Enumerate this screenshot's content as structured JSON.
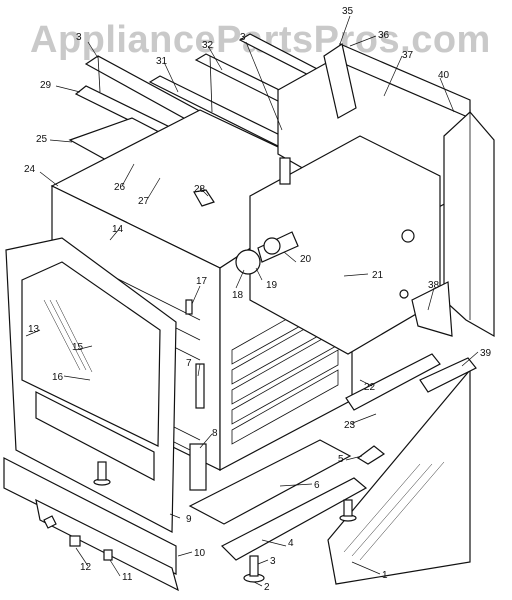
{
  "watermark": "AppliancePartsPros.com",
  "callouts": [
    {
      "id": "1",
      "label": "1"
    },
    {
      "id": "2",
      "label": "2"
    },
    {
      "id": "3a",
      "label": "3"
    },
    {
      "id": "3b",
      "label": "3"
    },
    {
      "id": "3c",
      "label": "3"
    },
    {
      "id": "4",
      "label": "4"
    },
    {
      "id": "5",
      "label": "5"
    },
    {
      "id": "6",
      "label": "6"
    },
    {
      "id": "7",
      "label": "7"
    },
    {
      "id": "8",
      "label": "8"
    },
    {
      "id": "9",
      "label": "9"
    },
    {
      "id": "10",
      "label": "10"
    },
    {
      "id": "11",
      "label": "11"
    },
    {
      "id": "12",
      "label": "12"
    },
    {
      "id": "13",
      "label": "13"
    },
    {
      "id": "14",
      "label": "14"
    },
    {
      "id": "15",
      "label": "15"
    },
    {
      "id": "16",
      "label": "16"
    },
    {
      "id": "17",
      "label": "17"
    },
    {
      "id": "18",
      "label": "18"
    },
    {
      "id": "19",
      "label": "19"
    },
    {
      "id": "20",
      "label": "20"
    },
    {
      "id": "21",
      "label": "21"
    },
    {
      "id": "22",
      "label": "22"
    },
    {
      "id": "23",
      "label": "23"
    },
    {
      "id": "24",
      "label": "24"
    },
    {
      "id": "25",
      "label": "25"
    },
    {
      "id": "26",
      "label": "26"
    },
    {
      "id": "27",
      "label": "27"
    },
    {
      "id": "28",
      "label": "28"
    },
    {
      "id": "29",
      "label": "29"
    },
    {
      "id": "31",
      "label": "31"
    },
    {
      "id": "32",
      "label": "32"
    },
    {
      "id": "35",
      "label": "35"
    },
    {
      "id": "36",
      "label": "36"
    },
    {
      "id": "37",
      "label": "37"
    },
    {
      "id": "38",
      "label": "38"
    },
    {
      "id": "39",
      "label": "39"
    },
    {
      "id": "40",
      "label": "40"
    }
  ]
}
